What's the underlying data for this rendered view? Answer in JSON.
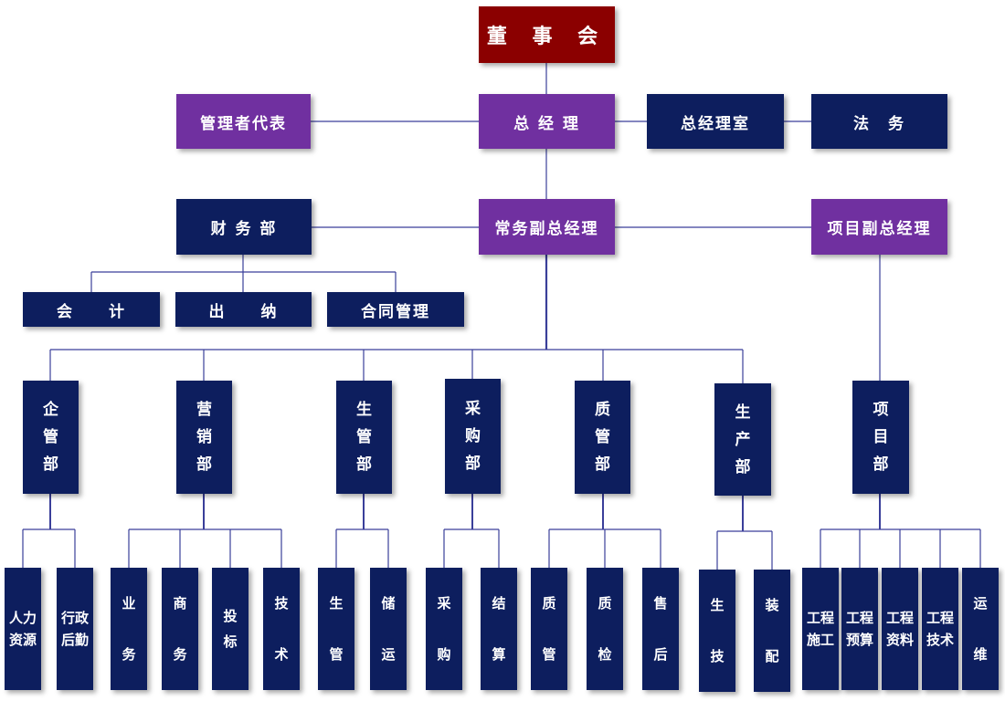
{
  "colors": {
    "navy": "#0d1e5e",
    "purple": "#7030a0",
    "red": "#8b0000",
    "line": "#3a3f9a"
  },
  "top": {
    "board": "董 事 会",
    "gm": "总 经 理",
    "mgmt_rep": "管理者代表",
    "gm_office": "总经理室",
    "legal": "法　务"
  },
  "second": {
    "finance": "财 务 部",
    "exec_vp": "常务副总经理",
    "project_vp": "项目副总经理"
  },
  "finance_sub": {
    "accounting": "会　　计",
    "cashier": "出　　纳",
    "contract": "合同管理"
  },
  "departments": {
    "enterprise": "企\n管\n部",
    "marketing": "营\n销\n部",
    "production_mgmt": "生\n管\n部",
    "purchasing": "采\n购\n部",
    "quality": "质\n管\n部",
    "production": "生\n产\n部",
    "project": "项\n目\n部"
  },
  "leaves": {
    "hr": "人力资源",
    "admin": "行政后勤",
    "business": "业\n\n务",
    "commerce": "商\n\n务",
    "bidding": "投\n标",
    "technical": "技\n\n术",
    "prod_mgmt": "生\n\n管",
    "storage": "储\n\n运",
    "purchase": "采\n\n购",
    "settlement": "结\n\n算",
    "qc_mgmt": "质\n\n管",
    "inspection": "质\n\n检",
    "after_sales": "售\n\n后",
    "prod_tech": "生\n\n技",
    "assembly": "装\n\n配",
    "construction": "工程施工",
    "budget": "工程预算",
    "documents": "工程资料",
    "eng_tech": "工程技术",
    "maintenance": "运\n\n维"
  }
}
